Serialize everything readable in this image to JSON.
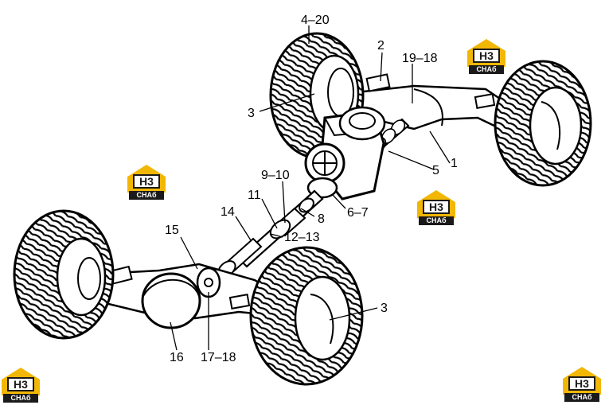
{
  "labels": {
    "l_4_20": "4–20",
    "l_2": "2",
    "l_19_18": "19–18",
    "l_3_top": "3",
    "l_1": "1",
    "l_5": "5",
    "l_9_10": "9–10",
    "l_11": "11",
    "l_6_7": "6–7",
    "l_8": "8",
    "l_14": "14",
    "l_15": "15",
    "l_12_13": "12–13",
    "l_3_bottom": "3",
    "l_16": "16",
    "l_17_18": "17–18"
  },
  "watermark": {
    "mark": "H3",
    "sub": "CHAб",
    "roof_color": "#f2b705",
    "ink_color": "#1a1a1a"
  }
}
